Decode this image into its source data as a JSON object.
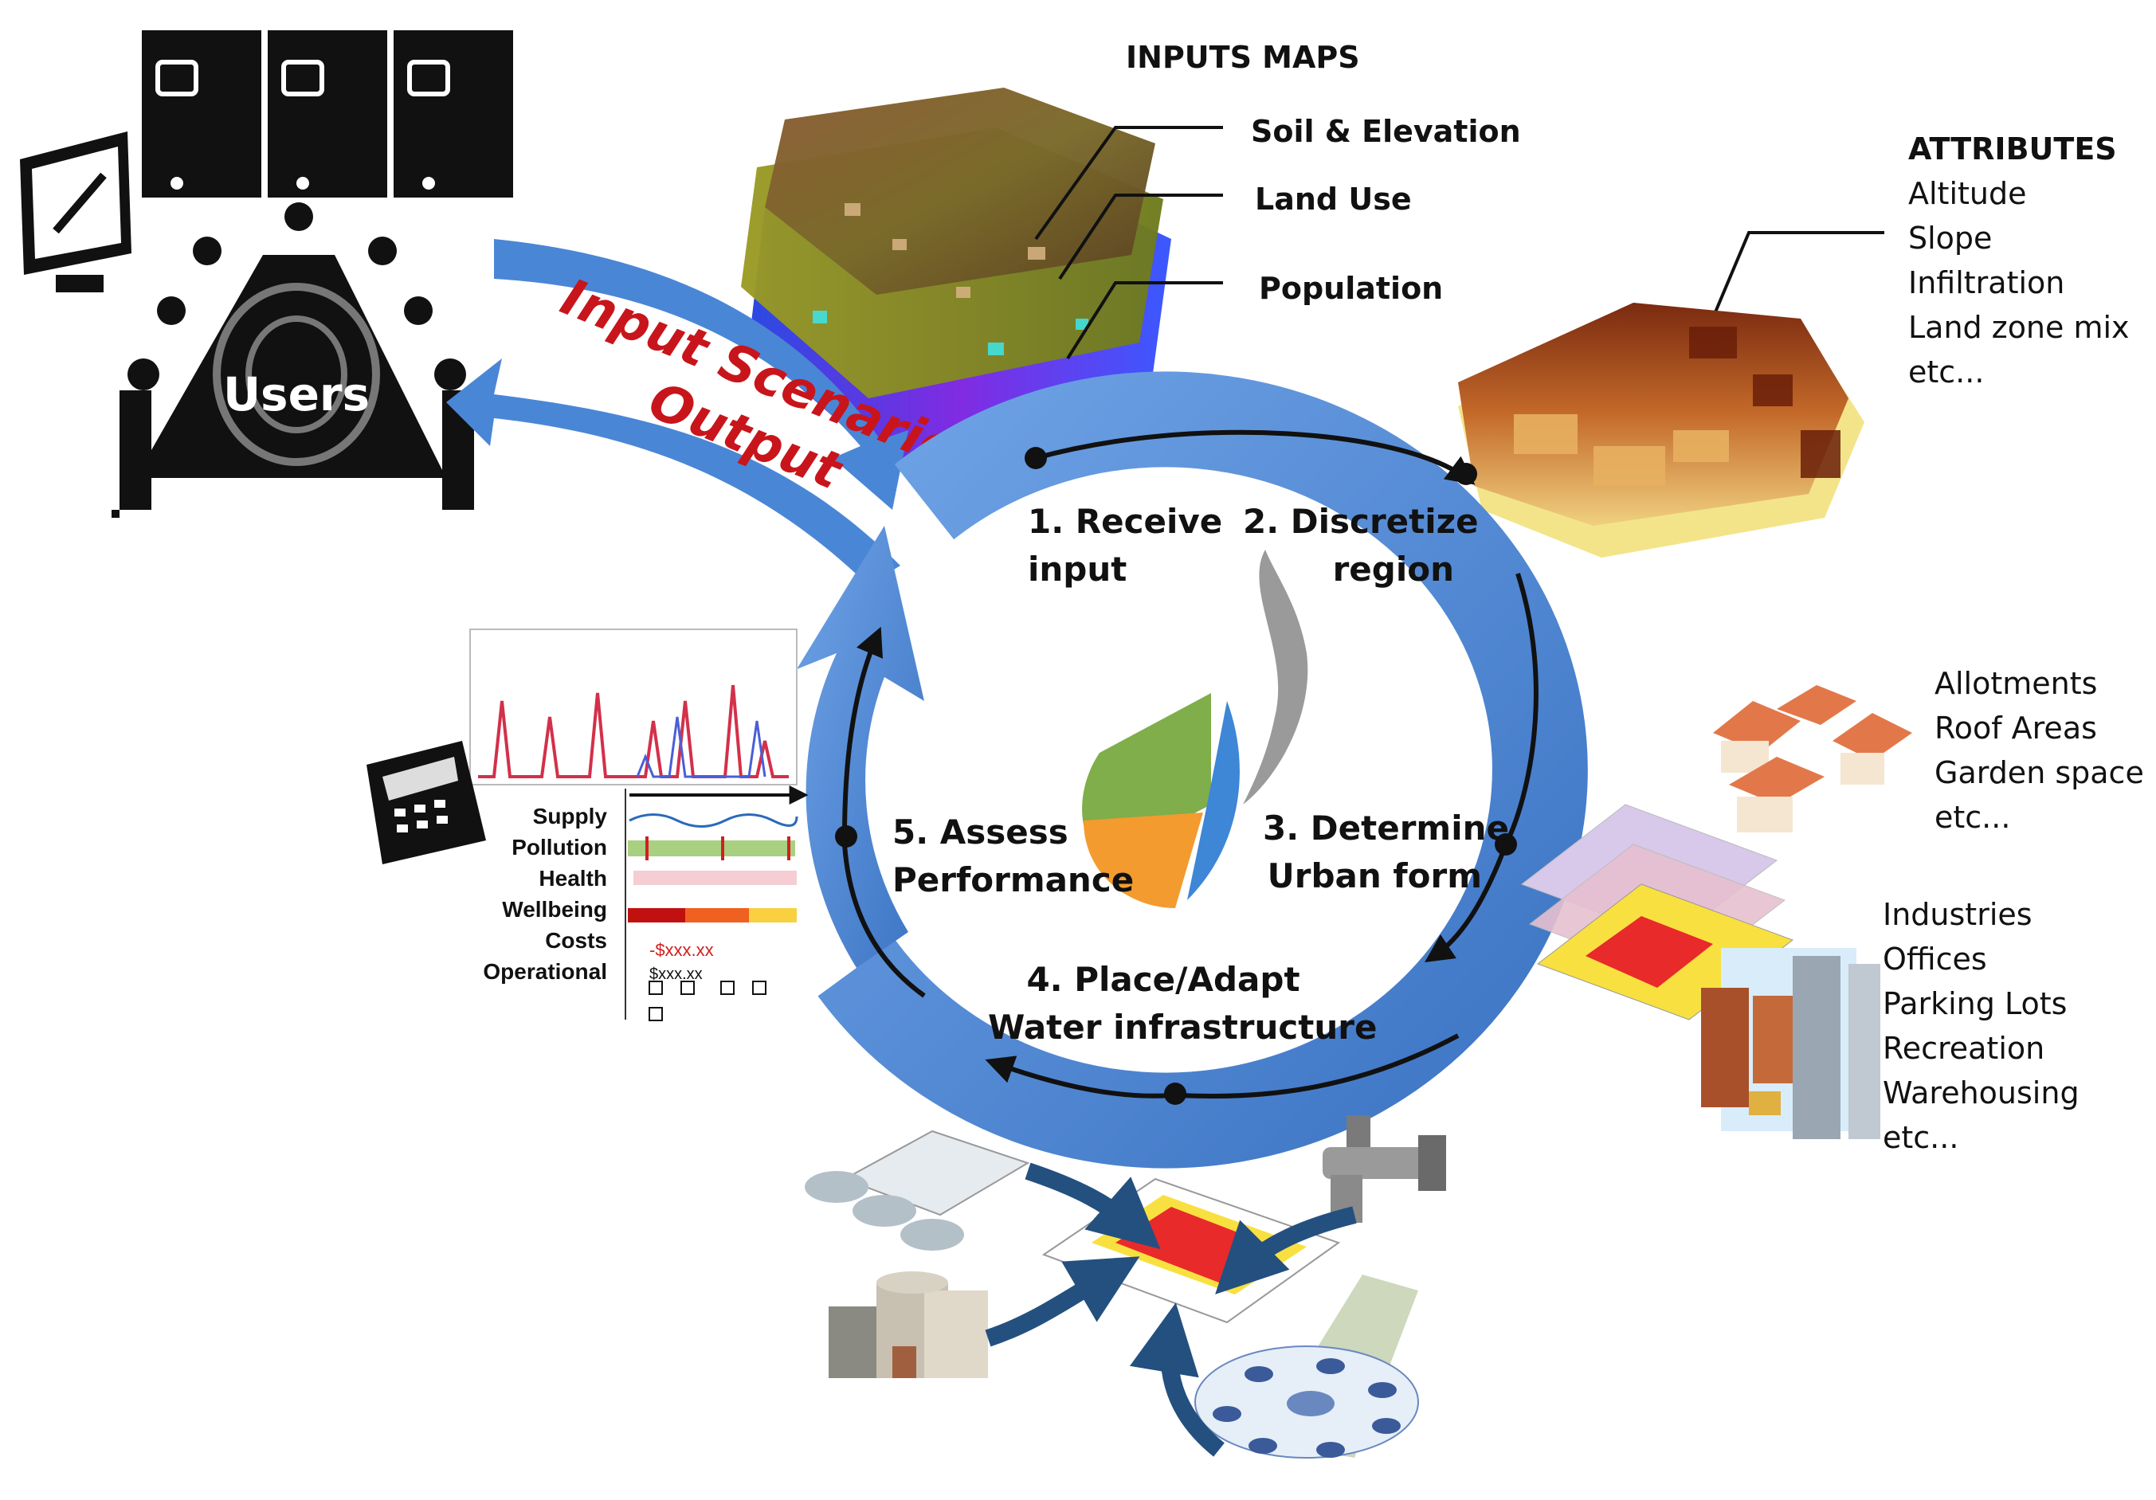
{
  "users_label": "Users",
  "flow": {
    "input_scenario": "Input Scenario",
    "output": "Output"
  },
  "inputs_maps": {
    "title": "INPUTS MAPS",
    "layers": [
      "Soil & Elevation",
      "Land Use",
      "Population"
    ]
  },
  "attributes": {
    "title": "ATTRIBUTES",
    "items": [
      "Altitude",
      "Slope",
      "Infiltration",
      "Land zone mix",
      "etc..."
    ]
  },
  "residential_list": [
    "Allotments",
    "Roof Areas",
    "Garden space",
    "etc..."
  ],
  "industrial_list": [
    "Industries",
    "Offices",
    "Parking Lots",
    "Recreation",
    "Warehousing",
    "etc..."
  ],
  "steps": [
    {
      "line1": "1. Receive",
      "line2": "input"
    },
    {
      "line1": "2. Discretize",
      "line2": "region"
    },
    {
      "line1": "3. Determine",
      "line2": "Urban form"
    },
    {
      "line1": "4. Place/Adapt",
      "line2": "Water infrastructure"
    },
    {
      "line1": "5. Assess",
      "line2": "Performance"
    }
  ],
  "performance": {
    "labels": [
      "Supply",
      "Pollution",
      "Health",
      "Wellbeing",
      "Costs",
      "Operational"
    ],
    "cost_value": "-$xxx.xx",
    "operational_value": "$xxx.xx"
  },
  "colors": {
    "ring_blue": "#4a86d6",
    "flow_red": "#c8151b"
  }
}
